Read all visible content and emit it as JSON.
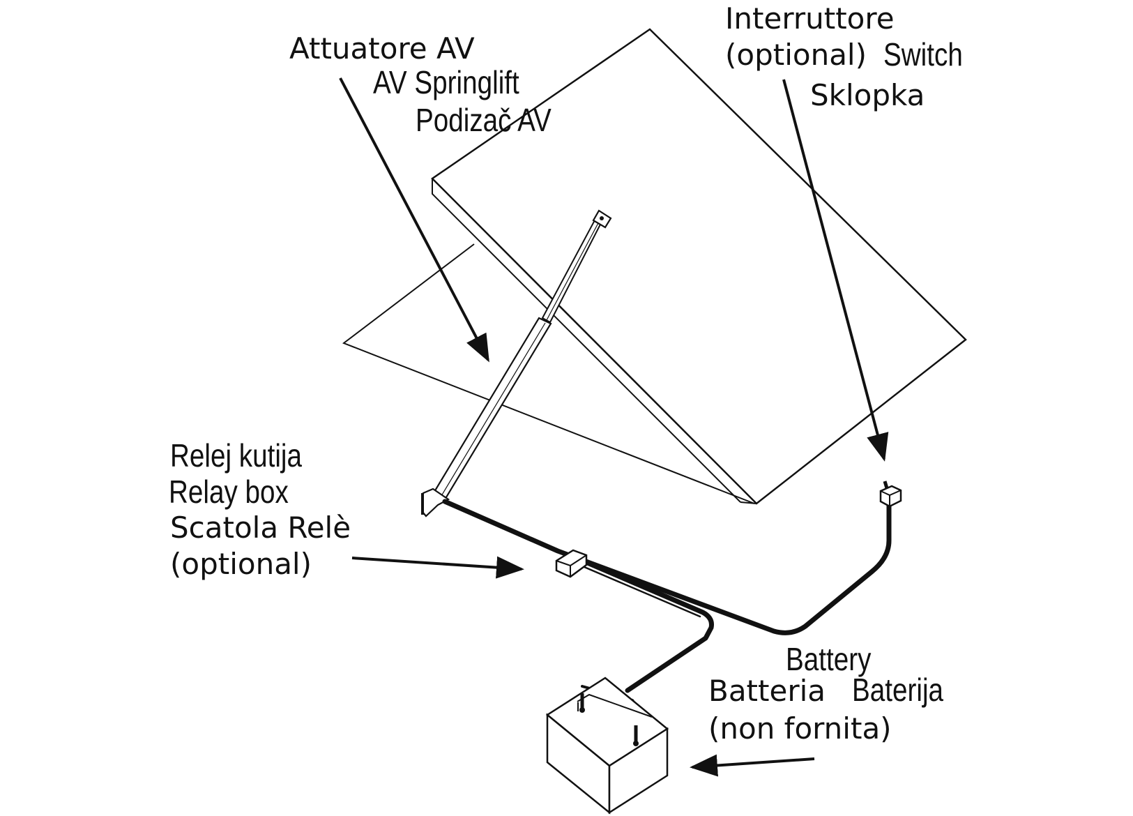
{
  "colors": {
    "ink": "#111111",
    "paper": "#ffffff"
  },
  "labels": {
    "springlift": {
      "it": "Attuatore AV",
      "en": "AV Springlift",
      "hr": "Podizač AV"
    },
    "switch": {
      "it_line1": "Interruttore",
      "it_line2": "(optional)",
      "en": "Switch",
      "hr": "Sklopka"
    },
    "relay": {
      "hr": "Relej kutija",
      "en": "Relay box",
      "it_line1": "Scatola Relè",
      "it_line2": "(optional)"
    },
    "battery": {
      "en": "Battery",
      "hr": "Baterija",
      "it_line1": "Batteria",
      "it_line2": "(non fornita)"
    }
  }
}
